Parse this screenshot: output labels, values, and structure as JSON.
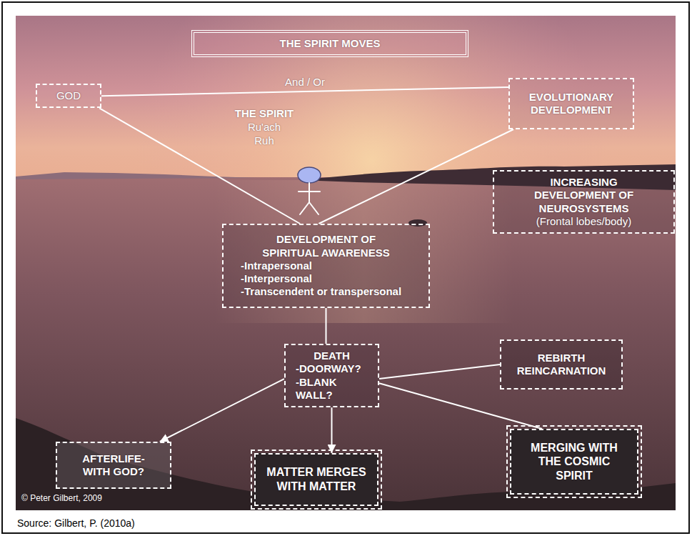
{
  "diagram": {
    "caption": "Source: Gilbert, P. (2010a)",
    "nodes": [
      {
        "text": [
          "THE SPIRIT MOVES"
        ]
      },
      {
        "text": [
          "GOD"
        ]
      },
      {
        "text": [
          "EVOLUTIONARY DEVELOPMENT"
        ]
      },
      {
        "text": [
          "INCREASING DEVELOPMENT OF NEUROSYSTEMS",
          "(Frontal lobes/body)"
        ]
      },
      {
        "text": [
          "DEVELOPMENT OF SPIRITUAL AWARENESS",
          "-Intrapersonal",
          "-Interpersonal",
          "-Transcendent or transpersonal"
        ]
      },
      {
        "text": [
          "DEATH",
          "-DOORWAY?",
          "-BLANK WALL?"
        ]
      },
      {
        "text": [
          "REBIRTH REINCARNATION"
        ]
      },
      {
        "text": [
          "AFTERLIFE- WITH GOD?"
        ]
      },
      {
        "text": [
          "MATTER MERGES WITH MATTER"
        ]
      },
      {
        "text": [
          "MERGING WITH THE COSMIC SPIRIT"
        ]
      }
    ],
    "edges": [
      {
        "from": 1,
        "to": 2,
        "arrow": "none",
        "label": "And / Or"
      },
      {
        "from": 1,
        "to": 4,
        "arrow": "none"
      },
      {
        "from": 2,
        "to": 4,
        "arrow": "none"
      },
      {
        "from": 4,
        "to": 5,
        "arrow": "none"
      },
      {
        "from": 5,
        "to": 7,
        "arrow": "to"
      },
      {
        "from": 5,
        "to": 8,
        "arrow": "to"
      },
      {
        "from": 5,
        "to": 6,
        "arrow": "none"
      },
      {
        "from": 5,
        "to": 9,
        "arrow": "none"
      }
    ],
    "labels": [
      "THE SPIRIT",
      "Ru'ach",
      "Ruh",
      "© Peter Gilbert, 2009"
    ]
  }
}
